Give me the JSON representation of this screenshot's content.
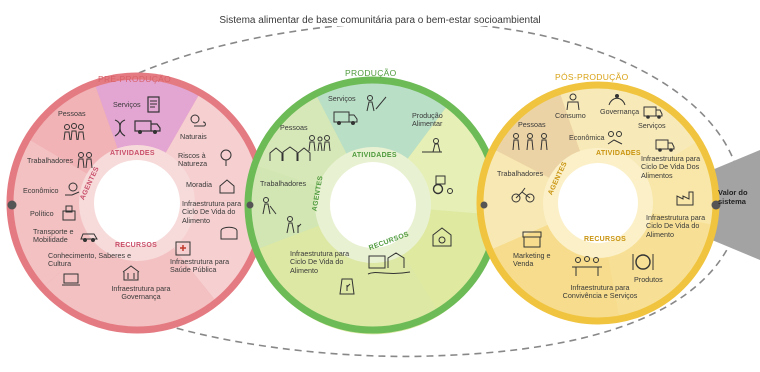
{
  "title": "Sistema alimentar de base comunitária para o bem-estar socioambiental",
  "value_label": "Valor do sistema",
  "colors": {
    "pre": "#e8888d",
    "pre_light": "#f4c6c6",
    "pre_pink": "#e3a5d2",
    "prod": "#6dbb57",
    "prod_light": "#cfe6b6",
    "prod_teal": "#a9d6c3",
    "pos": "#f0c43f",
    "pos_light": "#f8e49a",
    "pos_tan": "#ecd3a6",
    "arrow": "#a0a0a0"
  },
  "pre": {
    "title": "PRÉ-PRODUÇÃO",
    "ring_agentes": "AGENTES",
    "ring_atividades": "ATIVIDADES",
    "ring_recursos": "RECURSOS",
    "servicos": "Serviços",
    "pessoas": "Pessoas",
    "trabalhadores": "Trabalhadores",
    "economico": "Econômico",
    "politico": "Político",
    "transporte": "Transporte e Mobilidade",
    "conhecimento": "Conhecimento, Saberes e Cultura",
    "infra_gov": "Infraestrutura para Governança",
    "infra_saude": "Infraestrutura para Saúde Pública",
    "infra_ciclo": "Infraestrutura para Ciclo De Vida do Alimento",
    "moradia": "Moradia",
    "riscos": "Riscos à Natureza",
    "naturais": "Naturais"
  },
  "prod": {
    "title": "PRODUÇÃO",
    "ring_agentes": "AGENTES",
    "ring_atividades": "ATIVIDADES",
    "ring_recursos": "RECURSOS",
    "servicos": "Serviços",
    "pessoas": "Pessoas",
    "producao": "Produção Alimentar",
    "trabalhadores": "Trabalhadores",
    "infra_ciclo": "Infraestrutura para Ciclo De Vida do Alimento"
  },
  "pos": {
    "title": "PÓS-PRODUÇÃO",
    "ring_agentes": "AGENTES",
    "ring_atividades": "ATIVIDADES",
    "ring_recursos": "RECURSOS",
    "pessoas": "Pessoas",
    "consumo": "Consumo",
    "governanca": "Governança",
    "economica": "Econômica",
    "servicos": "Serviços",
    "infra_alimentos": "Infraestrutura para Ciclo De Vida Dos Alimentos",
    "trabalhadores": "Trabalhadores",
    "infra_alimento": "Infraestrutura para Ciclo De Vida do Alimento",
    "marketing": "Marketing e Venda",
    "produtos": "Produtos",
    "infra_convivencia": "Infraestrutura para Convivência e Serviços"
  }
}
